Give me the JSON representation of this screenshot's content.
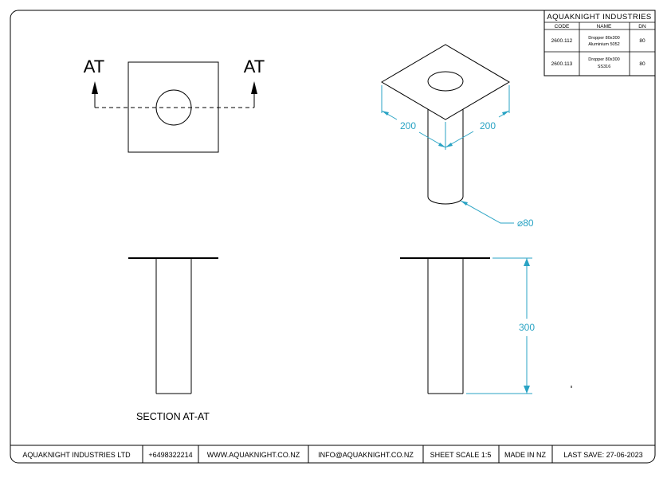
{
  "title_block": {
    "company": "AQUAKNIGHT INDUSTRIES",
    "columns": [
      "CODE",
      "NAME",
      "DN"
    ],
    "rows": [
      {
        "code": "2600.112",
        "name_line1": "Dropper 80x300",
        "name_line2": "Aluminium 5052",
        "dn": "80"
      },
      {
        "code": "2600.113",
        "name_line1": "Dropper 80x300",
        "name_line2": "SS316",
        "dn": "80"
      }
    ]
  },
  "views": {
    "section_marker_left": "AT",
    "section_marker_right": "AT",
    "section_caption": "SECTION AT-AT"
  },
  "dimensions": {
    "width_left": "200",
    "width_right": "200",
    "diameter": "⌀80",
    "height": "300"
  },
  "footer": {
    "company": "AQUAKNIGHT INDUSTRIES LTD",
    "phone": "+6498322214",
    "website": "WWW.AQUAKNIGHT.CO.NZ",
    "email": "INFO@AQUAKNIGHT.CO.NZ",
    "scale": "SHEET SCALE 1:5",
    "origin": "MADE IN NZ",
    "last_save": "LAST SAVE: 27-06-2023"
  },
  "colors": {
    "line": "#000000",
    "dimension": "#29a3c4",
    "paper": "#ffffff"
  }
}
